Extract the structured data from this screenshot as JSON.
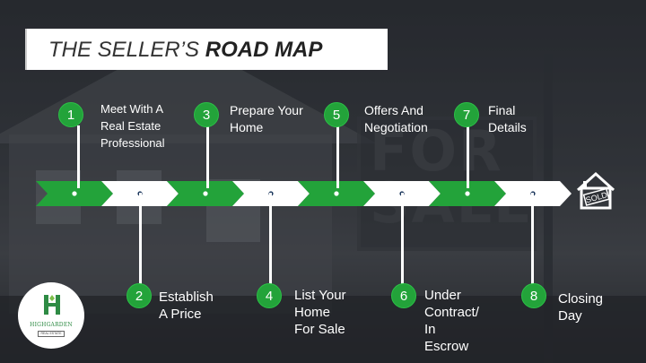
{
  "title": {
    "light": "THE SELLER’S ",
    "bold": "ROAD MAP"
  },
  "steps": [
    {
      "number": "1",
      "lines": [
        "Meet With A",
        "Real Estate",
        "Professional"
      ]
    },
    {
      "number": "2",
      "lines": [
        "Establish",
        "A Price"
      ]
    },
    {
      "number": "3",
      "lines": [
        "Prepare Your",
        "Home"
      ]
    },
    {
      "number": "4",
      "lines": [
        "List Your",
        "Home",
        "For Sale"
      ]
    },
    {
      "number": "5",
      "lines": [
        "Offers And",
        "Negotiation"
      ]
    },
    {
      "number": "6",
      "lines": [
        "Under",
        "Contract/",
        "In",
        "Escrow"
      ]
    },
    {
      "number": "7",
      "lines": [
        "Final",
        "Details"
      ]
    },
    {
      "number": "8",
      "lines": [
        "Closing",
        "Day"
      ]
    }
  ],
  "sold_sign": {
    "text": "SOLD",
    "icon": "house-sold-icon"
  },
  "logo": {
    "name": "HIGHGARDEN",
    "tagline": "REAL ESTATE",
    "icon": "h-monogram-icon"
  },
  "background_sign": {
    "line1": "FOR",
    "line2": "SALE"
  },
  "colors": {
    "accent": "#23a33a",
    "chevron_white": "#ffffff",
    "text": "#ffffff",
    "title_bg": "#ffffff"
  }
}
